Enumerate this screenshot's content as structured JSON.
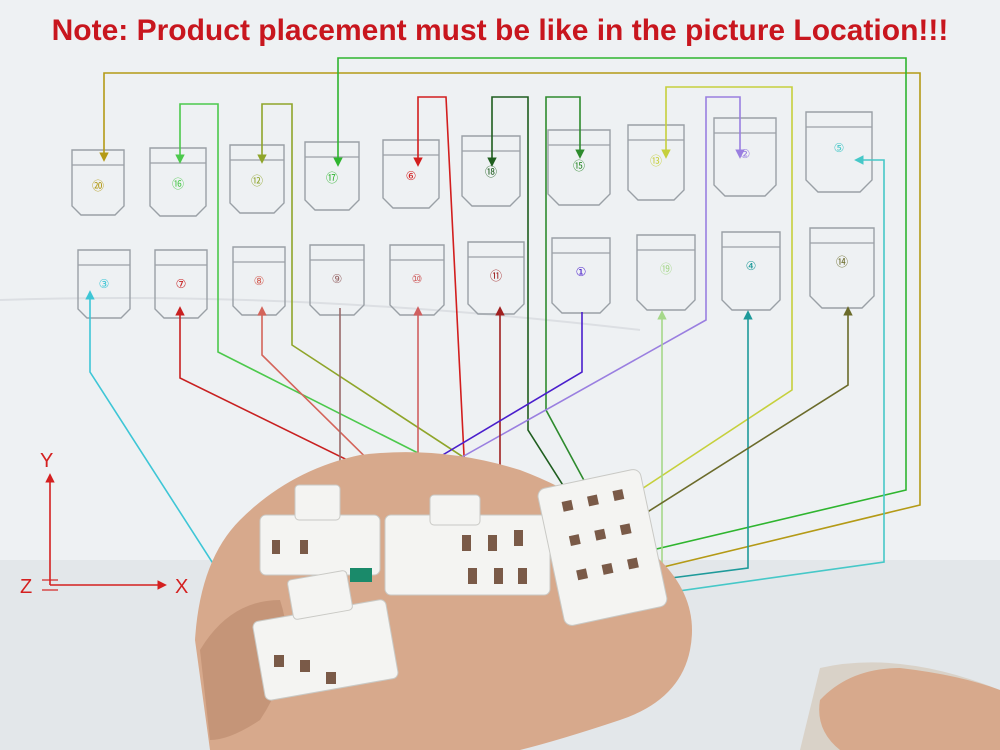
{
  "note": {
    "text": "Note: Product placement must be like in the picture Location!!!",
    "color": "#c8161e"
  },
  "slots_top_row": [
    {
      "label": "⑳",
      "color": "#b49a16"
    },
    {
      "label": "⑯",
      "color": "#4cc94c"
    },
    {
      "label": "⑫",
      "color": "#8fa52a"
    },
    {
      "label": "⑰",
      "color": "#2fb52f"
    },
    {
      "label": "⑥",
      "color": "#d21e1e"
    },
    {
      "label": "⑱",
      "color": "#1f5e1f"
    },
    {
      "label": "⑮",
      "color": "#2e8b2e"
    },
    {
      "label": "⑬",
      "color": "#c6d03c"
    },
    {
      "label": "②",
      "color": "#9a7fe0"
    },
    {
      "label": "⑤",
      "color": "#46c8c8"
    }
  ],
  "slots_bottom_row": [
    {
      "label": "③",
      "color": "#3ec6d6"
    },
    {
      "label": "⑦",
      "color": "#c82020"
    },
    {
      "label": "⑧",
      "color": "#d4645a"
    },
    {
      "label": "⑨",
      "color": "#9a6a6a"
    },
    {
      "label": "⑩",
      "color": "#d06060"
    },
    {
      "label": "⑪",
      "color": "#a02020"
    },
    {
      "label": "①",
      "color": "#4a1ecc"
    },
    {
      "label": "⑲",
      "color": "#a6d88a"
    },
    {
      "label": "④",
      "color": "#1e9a9a"
    },
    {
      "label": "⑭",
      "color": "#6b6b2a"
    }
  ],
  "axes": {
    "y_label": "Y",
    "x_label": "X",
    "z_label": "Z",
    "color": "#d42020"
  },
  "palette": {
    "paper": "#eef1f3",
    "paper_shadow": "#c9ced4",
    "skin": "#d7a98c",
    "skin_dark": "#b78568",
    "connector": "#f4f4f2",
    "pin": "#7a5a48"
  }
}
